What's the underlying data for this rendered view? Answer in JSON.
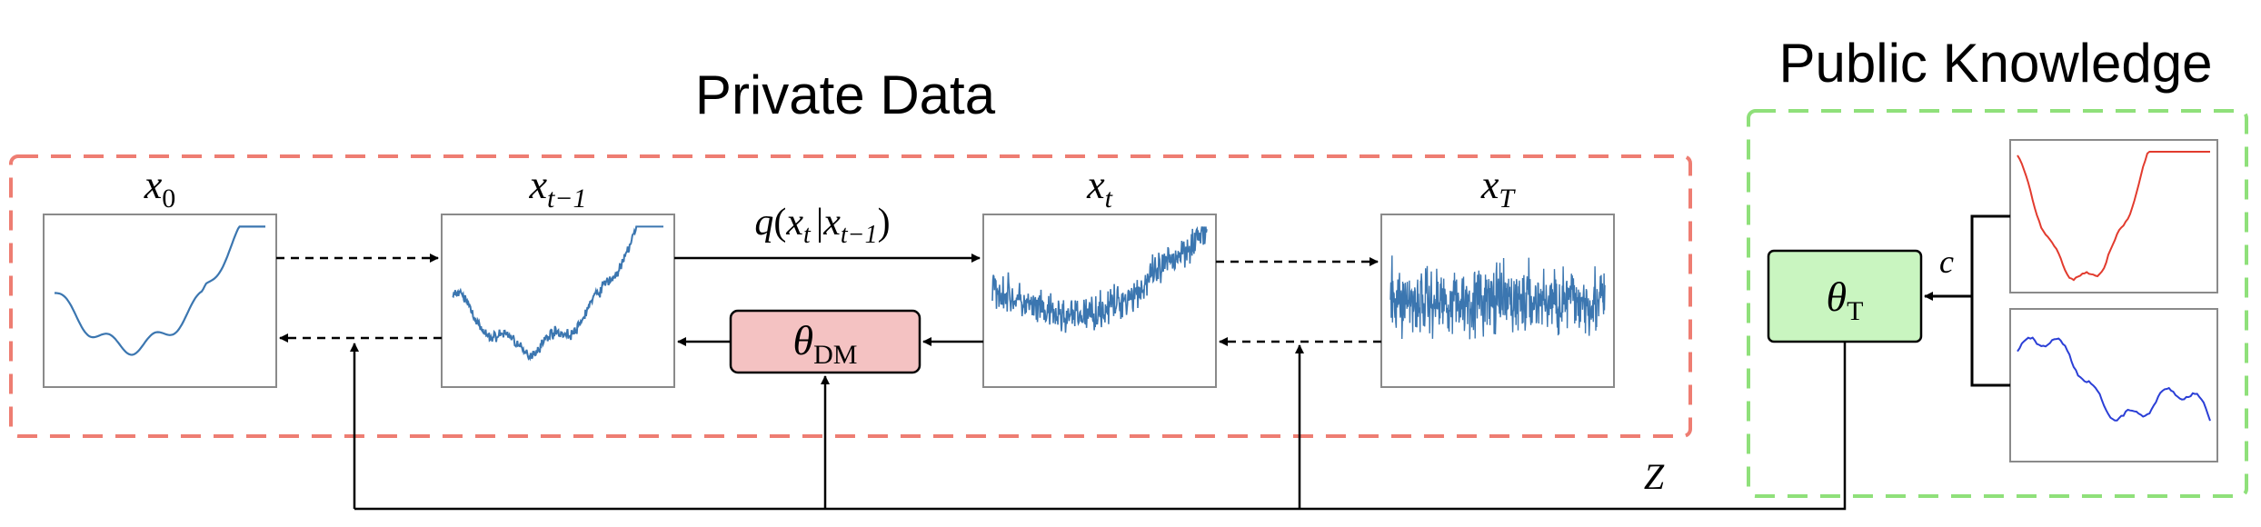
{
  "titles": {
    "private": "Private Data",
    "public": "Public Knowledge"
  },
  "panels": {
    "x0": {
      "base": "x",
      "sub": "0"
    },
    "xt1": {
      "base": "x",
      "sub": "t−1"
    },
    "xt": {
      "base": "x",
      "sub": "t"
    },
    "xT": {
      "base": "x",
      "sub": "T"
    }
  },
  "forward_label": {
    "q": "q",
    "open": "(",
    "x1": "x",
    "s1": "t",
    "bar": "|",
    "x2": "x",
    "s2": "t−1",
    "close": ")"
  },
  "theta_dm": {
    "base": "θ",
    "sub": "DM"
  },
  "theta_t": {
    "base": "θ",
    "sub": "T"
  },
  "cond_label": "c",
  "z_label": "Z",
  "colors": {
    "private_border": "#ee7d72",
    "public_border": "#8fe07a",
    "dm_fill": "#f4c2c2",
    "t_fill": "#c9f5c0",
    "series": "#3b76b0",
    "public_red": "#e23b2e",
    "public_blue": "#2b3fd6"
  }
}
